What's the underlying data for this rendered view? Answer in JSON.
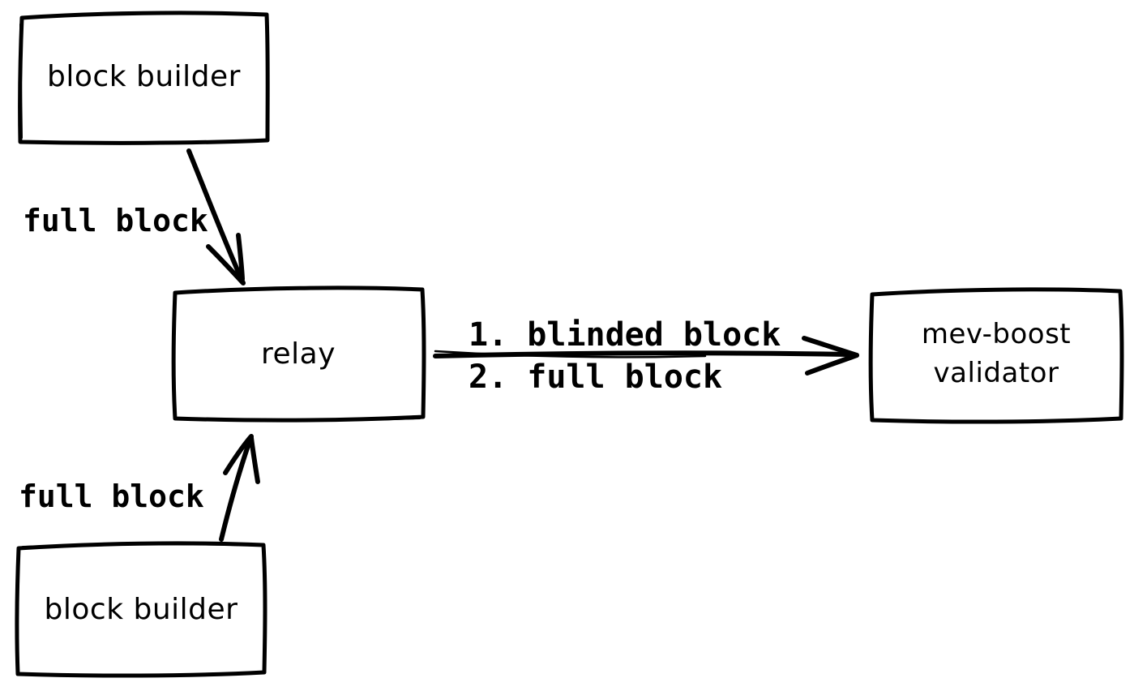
{
  "canvas": {
    "background": "#ffffff",
    "ink_color": "#000000",
    "style": "hand-drawn sketch diagram"
  },
  "nodes": [
    {
      "id": "block-builder-top",
      "label": "block builder"
    },
    {
      "id": "relay",
      "label": "relay"
    },
    {
      "id": "mev-boost-validator",
      "label_line1": "mev-boost",
      "label_line2": "validator"
    },
    {
      "id": "block-builder-bottom",
      "label": "block builder"
    }
  ],
  "edges": [
    {
      "id": "builder-top-to-relay",
      "label": "full block",
      "from": "block-builder-top",
      "to": "relay"
    },
    {
      "id": "builder-bottom-to-relay",
      "label": "full block",
      "from": "block-builder-bottom",
      "to": "relay"
    },
    {
      "id": "relay-to-validator",
      "label_line1": "1. blinded block",
      "label_line2": "2. full block",
      "from": "relay",
      "to": "mev-boost-validator"
    }
  ]
}
